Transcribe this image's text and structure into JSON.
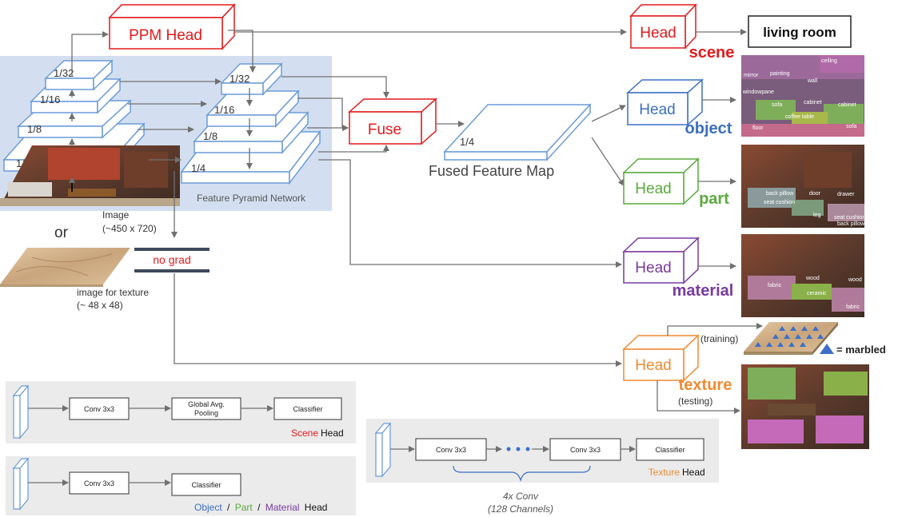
{
  "ppm": {
    "title": "PPM Head"
  },
  "backbone": {
    "s32": "1/32",
    "s16": "1/16",
    "s8": "1/8",
    "s4": "1/4"
  },
  "fpn": {
    "s32": "1/32",
    "s16": "1/16",
    "s8": "1/8",
    "s4": "1/4",
    "label": "Feature Pyramid Network"
  },
  "fuse": {
    "title": "Fuse",
    "map_scale": "1/4",
    "map_label": "Fused Feature Map"
  },
  "input": {
    "image_label": "Image",
    "image_size": "(~450 x 720)",
    "or": "or",
    "texture_label": "image for texture",
    "texture_size": "(~ 48 x 48)",
    "no_grad": "no grad"
  },
  "heads": {
    "scene": {
      "head": "Head",
      "task": "scene",
      "output": "living room",
      "color": "#e31a1c"
    },
    "object": {
      "head": "Head",
      "task": "object",
      "color": "#3a6fc4",
      "labels": [
        "ceiling",
        "mirror",
        "painting",
        "wall",
        "windowpane",
        "sofa",
        "cabinet",
        "cabinet",
        "coffee table",
        "floor",
        "sofa"
      ]
    },
    "part": {
      "head": "Head",
      "task": "part",
      "color": "#5aaa3c",
      "labels": [
        "back pillow",
        "drawer",
        "seat cushion",
        "door",
        "leg",
        "seat cushion",
        "back pillow"
      ]
    },
    "material": {
      "head": "Head",
      "task": "material",
      "color": "#7a3aa0",
      "labels": [
        "fabric",
        "wood",
        "wood",
        "ceramic",
        "fabric"
      ]
    },
    "texture": {
      "head": "Head",
      "task": "texture",
      "color": "#f08a30",
      "training": "(training)",
      "testing": "(testing)",
      "legend": "= marbled"
    }
  },
  "legend_scene": {
    "conv": "Conv 3x3",
    "pool1": "Global Avg.",
    "pool2": "Pooling",
    "classifier": "Classifier",
    "title_colored": "Scene",
    "title_rest": "Head"
  },
  "legend_obj": {
    "conv": "Conv 3x3",
    "classifier": "Classifier",
    "t1": "Object",
    "sep1": "/",
    "t2": "Part",
    "sep2": "/",
    "t3": "Material",
    "t4": "Head"
  },
  "legend_tex": {
    "conv1": "Conv 3x3",
    "conv2": "Conv 3x3",
    "classifier": "Classifier",
    "title_colored": "Texture",
    "title_rest": "Head",
    "note1": "4x Conv",
    "note2": "(128 Channels)"
  },
  "colors": {
    "red": "#e31a1c",
    "blue": "#3a6fc4",
    "green": "#5aaa3c",
    "purple": "#7a3aa0",
    "orange": "#f08a30",
    "slab": "#6b9bd8"
  }
}
